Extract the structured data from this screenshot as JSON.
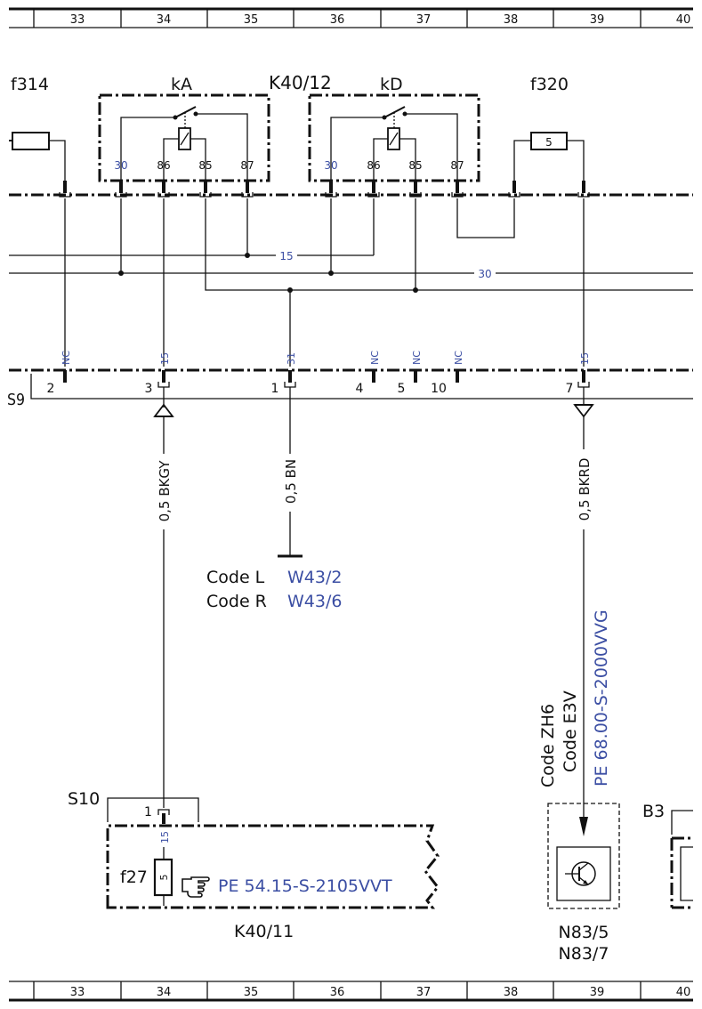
{
  "columns": [
    "33",
    "34",
    "35",
    "36",
    "37",
    "38",
    "39",
    "40"
  ],
  "components": {
    "f314": "f314",
    "kA": "kA",
    "k40_12": "K40/12",
    "kD": "kD",
    "f320": "f320",
    "f320_fuse": "5",
    "s9": "S9",
    "s10": "S10",
    "s10_pin": "1",
    "s10_pin_label": "15",
    "f27": "f27",
    "f27_fuse": "5",
    "k40_11": "K40/11",
    "b3": "B3",
    "n83_5": "N83/5",
    "n83_7": "N83/7"
  },
  "relay_kA": {
    "pins": [
      "30",
      "86",
      "85",
      "87"
    ]
  },
  "relay_kD": {
    "pins": [
      "30",
      "86",
      "85",
      "87"
    ]
  },
  "bus_labels": {
    "bus15": "15",
    "bus30": "30"
  },
  "s9_pins": [
    {
      "num": "2",
      "label": "NC"
    },
    {
      "num": "3",
      "label": "15"
    },
    {
      "num": "1",
      "label": "31"
    },
    {
      "num": "4",
      "label": "NC"
    },
    {
      "num": "5",
      "label": "NC"
    },
    {
      "num": "10",
      "label": "NC"
    },
    {
      "num": "7",
      "label": "15"
    }
  ],
  "wires": {
    "w1": "0,5 BKGY",
    "w2": "0,5 BN",
    "w3": "0,5 BKRD"
  },
  "ground_codes": {
    "code_l": "Code L",
    "code_l_ref": "W43/2",
    "code_r": "Code R",
    "code_r_ref": "W43/6"
  },
  "sensor_codes": {
    "code_zh6": "Code ZH6",
    "code_e3v": "Code E3V",
    "ref": "PE 68.00-S-2000VVG"
  },
  "k40_11_ref": "PE 54.15-S-2105VVT",
  "colors": {
    "accent_blue": "#3b4ea3",
    "line": "#111111"
  }
}
